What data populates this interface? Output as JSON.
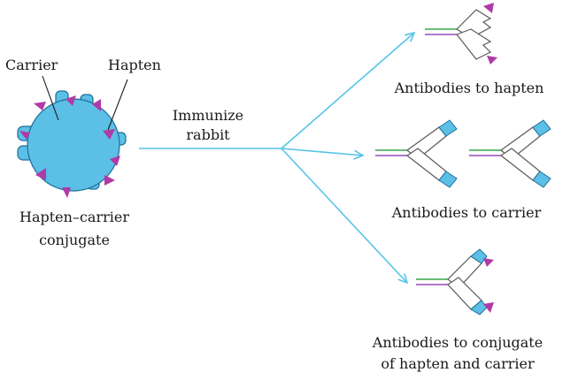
{
  "labels": {
    "carrier": "Carrier",
    "hapten": "Hapten",
    "conjugate_line1": "Hapten–carrier",
    "conjugate_line2": "conjugate",
    "immunize_line1": "Immunize",
    "immunize_line2": "rabbit",
    "ab_hapten": "Antibodies to hapten",
    "ab_carrier": "Antibodies to carrier",
    "ab_conj_line1": "Antibodies to conjugate",
    "ab_conj_line2": "of hapten and carrier"
  },
  "colors": {
    "carrier_fill": "#5bbfe6",
    "carrier_stroke": "#1f6f9a",
    "hapten": "#b03aa8",
    "arrow": "#56c4e8",
    "antibody_stroke": "#5a5a5a",
    "antibody_fill": "#ffffff",
    "antibody_tip": "#5bbfe6",
    "hinge_green": "#3aa64a",
    "hinge_purple": "#9a4ab8"
  }
}
